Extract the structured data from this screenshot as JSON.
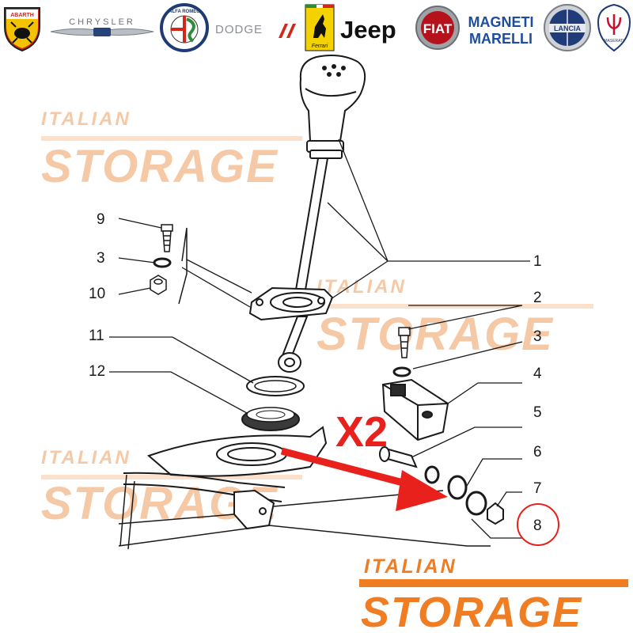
{
  "brands": {
    "abarth": "ABARTH",
    "chrysler": "CHRYSLER",
    "alfa_romeo": "ALFA ROMEO",
    "dodge": "DODGE",
    "ferrari": "Ferrari",
    "jeep": "Jeep",
    "fiat": "FIAT",
    "magneti_marelli_line1": "MAGNETI",
    "magneti_marelli_line2": "MARELLI",
    "lancia": "LANCIA",
    "maserati": "MASERATI"
  },
  "watermark": {
    "top": "ITALIAN",
    "bottom": "STORAGE"
  },
  "callouts": {
    "left": [
      "9",
      "3",
      "10",
      "11",
      "12"
    ],
    "right": [
      "1",
      "2",
      "3",
      "4",
      "5",
      "6",
      "7",
      "8"
    ]
  },
  "highlight": {
    "label": "X2",
    "circled_part": "8",
    "color": "#e8211c"
  },
  "colors": {
    "accent": "#f07d22",
    "watermark": "#f6c9a6",
    "line": "#1a1a1a"
  }
}
